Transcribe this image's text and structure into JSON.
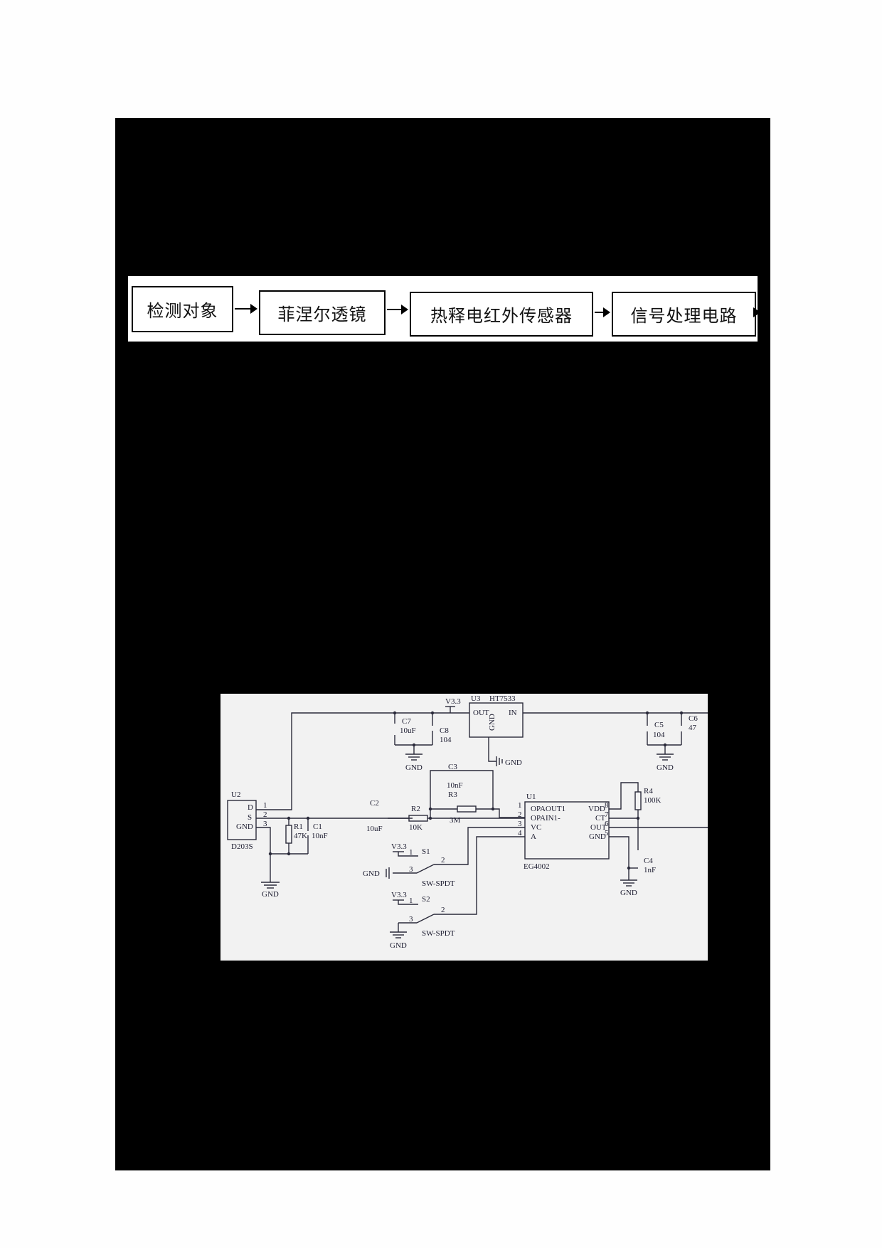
{
  "page": {
    "redaction_color": "#000000",
    "background_color": "#fefefe"
  },
  "flow_diagram": {
    "boxes": [
      {
        "label": "检测对象"
      },
      {
        "label": "菲涅尔透镜"
      },
      {
        "label": "热释电红外传感器"
      },
      {
        "label": "信号处理电路"
      }
    ],
    "arrow_count": 4
  },
  "schematic": {
    "components": {
      "U2": {
        "ref": "U2",
        "part": "D203S",
        "pins": [
          "D",
          "S",
          "GND"
        ],
        "pin_numbers": [
          "1",
          "2",
          "3"
        ]
      },
      "U3": {
        "ref": "U3",
        "part": "HT7533",
        "pins": [
          "OUT",
          "GND",
          "IN"
        ]
      },
      "U1": {
        "ref": "U1",
        "part": "EG4002",
        "left_pins": [
          "OPAOUT1",
          "OPAIN1-",
          "VC",
          "A"
        ],
        "left_numbers": [
          "1",
          "2",
          "3",
          "4"
        ],
        "right_pins": [
          "VDD",
          "CT",
          "OUT",
          "GND"
        ],
        "right_numbers": [
          "8",
          "7",
          "6",
          "5"
        ]
      },
      "C7": {
        "ref": "C7",
        "value": "10uF"
      },
      "C8": {
        "ref": "C8",
        "value": "104"
      },
      "C3": {
        "ref": "C3",
        "value": "10nF"
      },
      "R3": {
        "ref": "R3",
        "value": "3M"
      },
      "C2": {
        "ref": "C2",
        "value": "10uF"
      },
      "R2": {
        "ref": "R2",
        "value": "10K"
      },
      "R1": {
        "ref": "R1",
        "value": "47K"
      },
      "C1": {
        "ref": "C1",
        "value": "10nF"
      },
      "C5": {
        "ref": "C5",
        "value": "104"
      },
      "C6": {
        "ref": "C6",
        "value": "47"
      },
      "R4": {
        "ref": "R4",
        "value": "100K"
      },
      "C4": {
        "ref": "C4",
        "value": "1nF"
      },
      "S1": {
        "ref": "S1",
        "type": "SW-SPDT",
        "pins": [
          "1",
          "2",
          "3"
        ]
      },
      "S2": {
        "ref": "S2",
        "type": "SW-SPDT",
        "pins": [
          "1",
          "2",
          "3"
        ]
      }
    },
    "net_labels": {
      "vcc": "V3.3",
      "gnd": "GND"
    }
  }
}
